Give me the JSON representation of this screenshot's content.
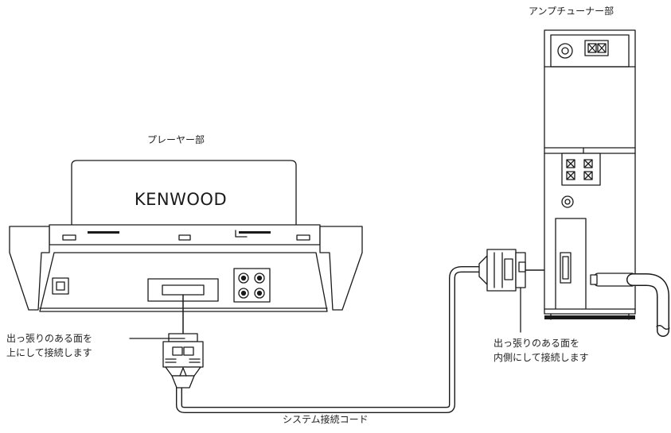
{
  "labels": {
    "amp_tuner_unit": "アンプチューナー部",
    "player_unit": "プレーヤー部",
    "brand": "KENWOOD",
    "note_player": [
      "出っ張りのある面を",
      "上にして接続します"
    ],
    "note_amp": [
      "出っ張りのある面を",
      "内側にして接続します"
    ],
    "cable": "システム接続コード"
  },
  "colors": {
    "line": "#1a1a1a",
    "fill": "#ffffff",
    "shade": "#e6e6e6"
  }
}
